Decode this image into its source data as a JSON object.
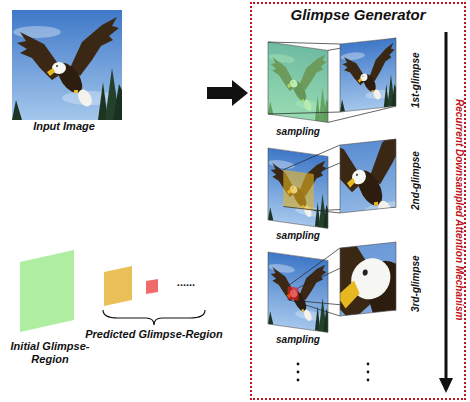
{
  "diagram": {
    "nodes": [
      {
        "text": [
          "Input Image"
        ]
      },
      {
        "text": [
          "Glimpse Generator"
        ]
      },
      {
        "text": [
          "1st-glimpse"
        ],
        "in": 1
      },
      {
        "text": [
          "2nd-glimpse"
        ],
        "in": 1
      },
      {
        "text": [
          "3rd-glimpse"
        ],
        "in": 1
      }
    ],
    "edges": [
      {
        "from": 0,
        "to": 1,
        "arrow": "to"
      }
    ],
    "labels": [
      "sampling",
      "sampling",
      "sampling",
      "Recurrent Downsampled Attention Mechanism",
      "......"
    ],
    "legend": [
      {
        "text": "Initial Glimpse-Region",
        "color": "#a6ec96"
      },
      {
        "text": "Predicted Glimpse-Region"
      }
    ]
  }
}
